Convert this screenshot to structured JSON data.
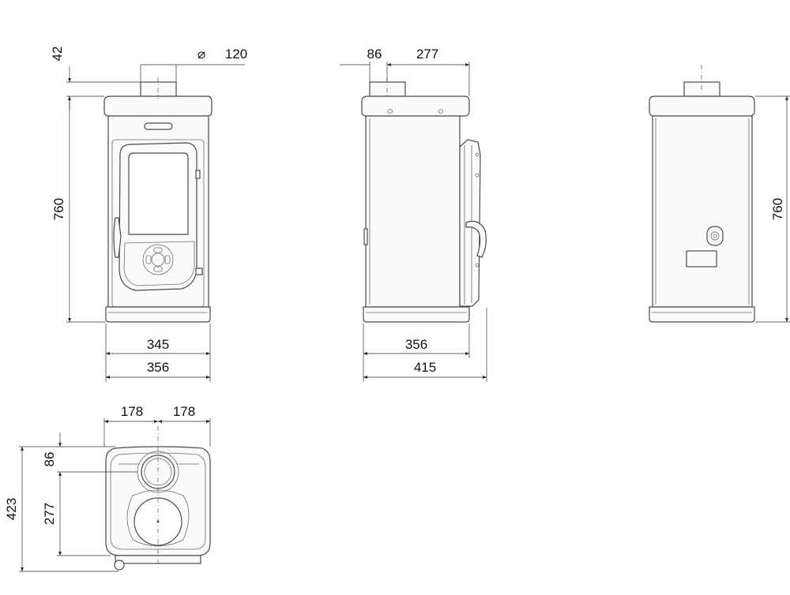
{
  "dimensions": {
    "front": {
      "flue_height": "42",
      "flue_diameter": "120",
      "height": "760",
      "inner_width": "345",
      "outer_width": "356"
    },
    "side": {
      "flue_offset": "86",
      "flue_to_front": "277",
      "body_depth": "356",
      "total_depth": "415"
    },
    "rear": {
      "height": "760"
    },
    "top": {
      "left_half": "178",
      "right_half": "178",
      "flue_offset": "86",
      "flue_to_front": "277",
      "total_depth": "423"
    }
  },
  "symbols": {
    "diameter": "⌀"
  }
}
